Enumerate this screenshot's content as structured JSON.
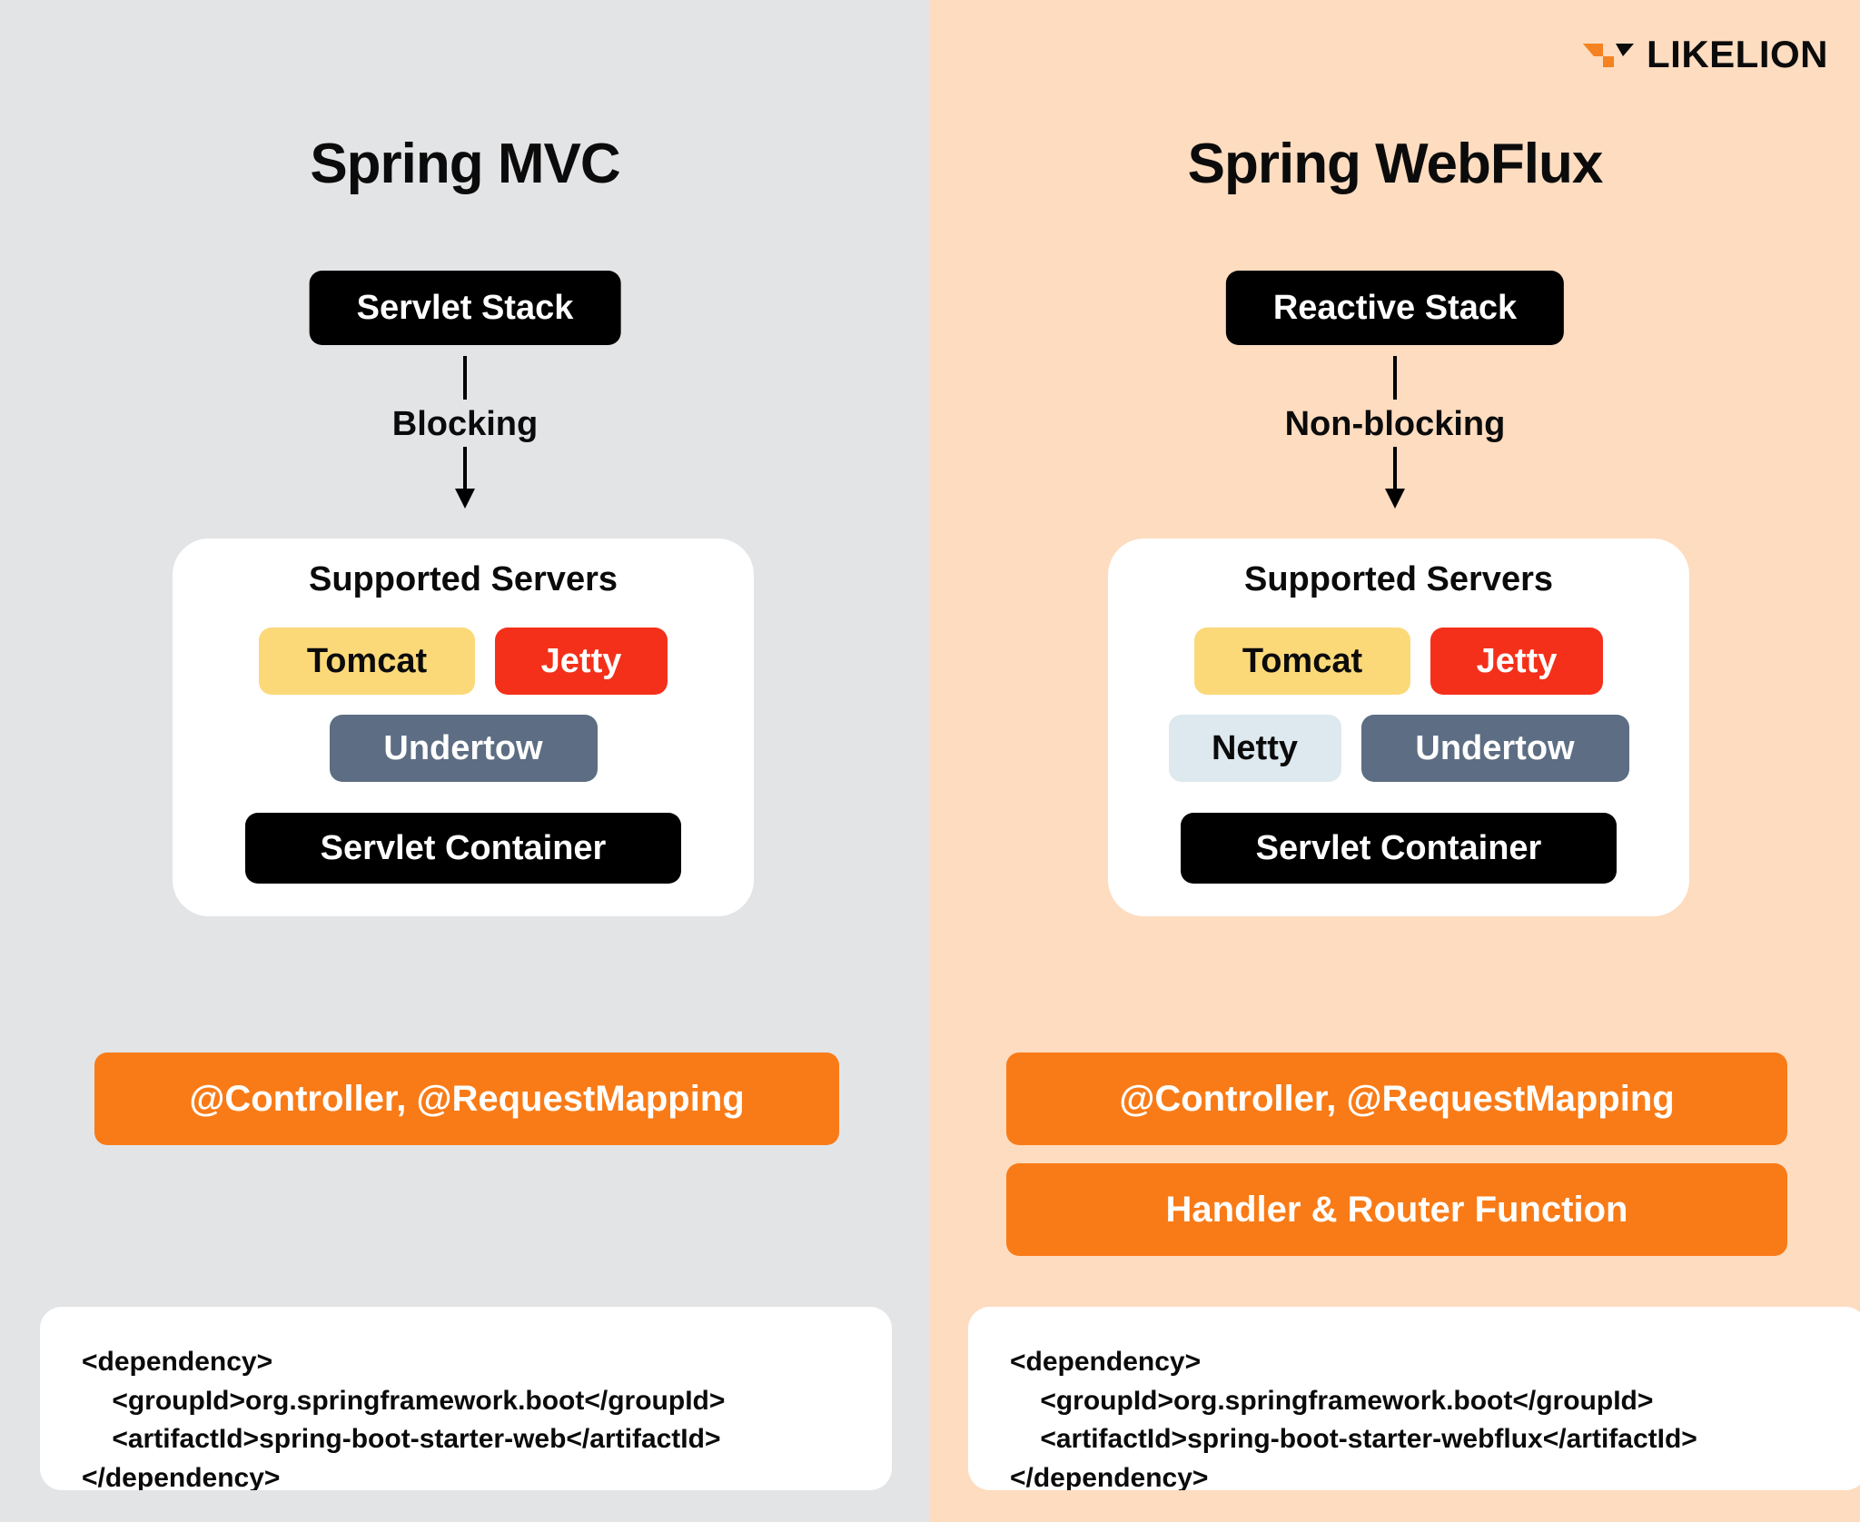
{
  "brand": {
    "logo_text": "LIKELION",
    "logo_mark_name": "likelion-lion-mark",
    "orange": "#F58220",
    "black": "#0B0B0B"
  },
  "colors": {
    "left_background": "#E3E4E6",
    "right_background": "#FDDCC0",
    "card_background": "#FFFFFF",
    "black_pill": "#000000",
    "orange_bar": "#F97B17",
    "tomcat": "#FBD979",
    "jetty": "#F4301A",
    "undertow": "#5D6D83",
    "netty": "#DDE8EF"
  },
  "panels": [
    {
      "id": "spring-mvc",
      "title": "Spring MVC",
      "stack_label": "Servlet Stack",
      "flow_label": "Blocking",
      "card": {
        "title": "Supported Servers",
        "rows": [
          [
            {
              "label": "Tomcat",
              "style": "tomcat"
            },
            {
              "label": "Jetty",
              "style": "jetty"
            }
          ],
          [
            {
              "label": "Undertow",
              "style": "undertow"
            }
          ]
        ],
        "container_label": "Servlet Container"
      },
      "bars": [
        {
          "label": "@Controller, @RequestMapping"
        }
      ],
      "code": "<dependency>\n    <groupId>org.springframework.boot</groupId>\n    <artifactId>spring-boot-starter-web</artifactId>\n</dependency>"
    },
    {
      "id": "spring-webflux",
      "title": "Spring WebFlux",
      "stack_label": "Reactive Stack",
      "flow_label": "Non-blocking",
      "card": {
        "title": "Supported Servers",
        "rows": [
          [
            {
              "label": "Tomcat",
              "style": "tomcat"
            },
            {
              "label": "Jetty",
              "style": "jetty"
            }
          ],
          [
            {
              "label": "Netty",
              "style": "netty"
            },
            {
              "label": "Undertow",
              "style": "undertow"
            }
          ]
        ],
        "container_label": "Servlet Container"
      },
      "bars": [
        {
          "label": "@Controller, @RequestMapping"
        },
        {
          "label": "Handler & Router Function"
        }
      ],
      "code": "<dependency>\n    <groupId>org.springframework.boot</groupId>\n    <artifactId>spring-boot-starter-webflux</artifactId>\n</dependency>"
    }
  ]
}
